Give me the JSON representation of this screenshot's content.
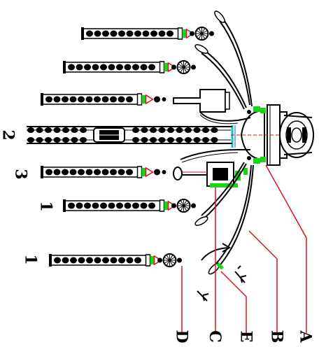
{
  "diagram": {
    "labels": {
      "a": "A",
      "b": "B",
      "e": "E",
      "c": "C",
      "d": "D",
      "n1a": "1",
      "n1b": "1",
      "n2": "2",
      "n3": "3"
    },
    "colors": {
      "line": "#000000",
      "leader": "#e0101c",
      "clip": "#19d419",
      "ring": "#25b8c8",
      "dash": "#e0101c"
    }
  }
}
